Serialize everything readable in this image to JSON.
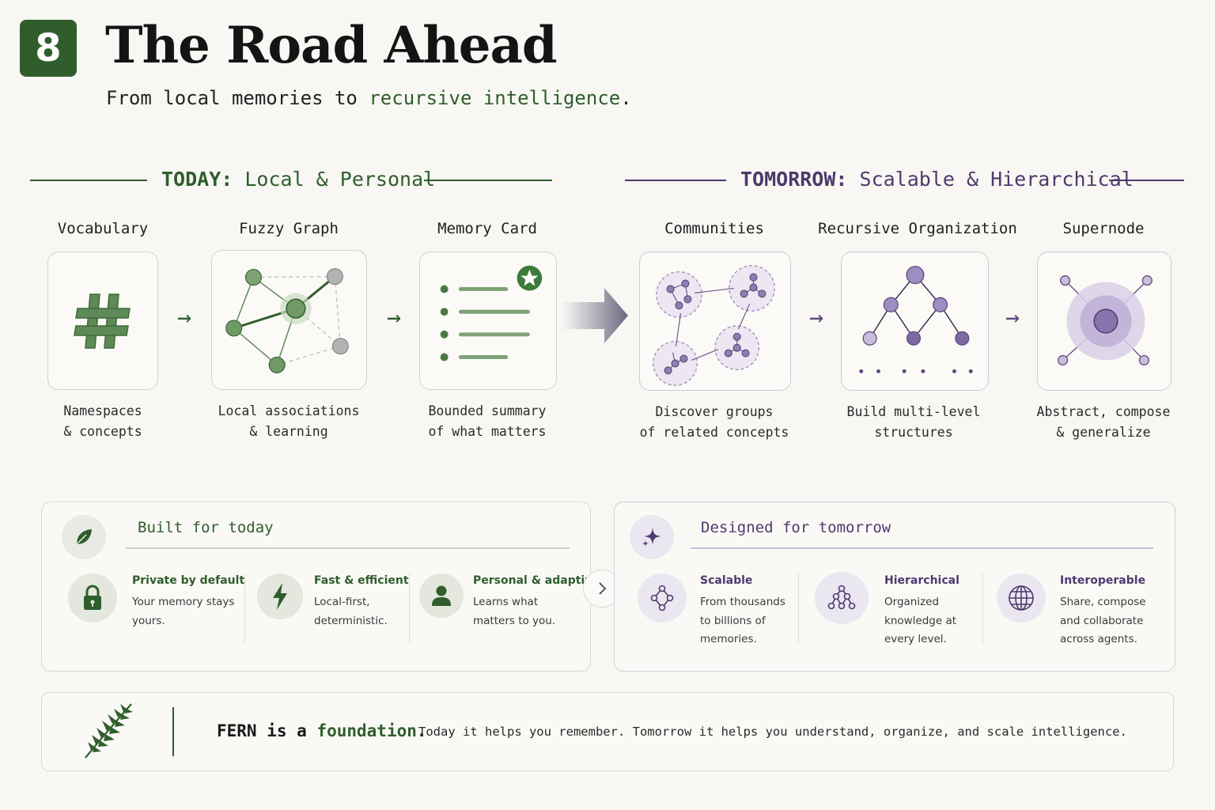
{
  "header": {
    "number": "8",
    "title": "The Road Ahead",
    "subtitle_prefix": "From local memories to ",
    "subtitle_highlight": "recursive intelligence",
    "subtitle_suffix": "."
  },
  "today": {
    "title_bold": "TODAY:",
    "title_rest": " Local & Personal",
    "steps": [
      {
        "label": "Vocabulary",
        "desc1": "Namespaces",
        "desc2": "& concepts",
        "icon": "hash-icon"
      },
      {
        "label": "Fuzzy Graph",
        "desc1": "Local associations",
        "desc2": "& learning",
        "icon": "graph-icon"
      },
      {
        "label": "Memory Card",
        "desc1": "Bounded summary",
        "desc2": "of what matters",
        "icon": "memory-card-icon"
      }
    ]
  },
  "tomorrow": {
    "title_bold": "TOMORROW:",
    "title_rest": " Scalable & Hierarchical",
    "steps": [
      {
        "label": "Communities",
        "desc1": "Discover groups",
        "desc2": "of related concepts",
        "icon": "communities-icon"
      },
      {
        "label": "Recursive Organization",
        "desc1": "Build multi-level",
        "desc2": "structures",
        "icon": "tree-icon"
      },
      {
        "label": "Supernode",
        "desc1": "Abstract, compose",
        "desc2": "& generalize",
        "icon": "supernode-icon"
      }
    ]
  },
  "built": {
    "title": "Built for today",
    "icon": "leaf-icon",
    "features": [
      {
        "title": "Private by default",
        "lines": [
          "Your memory stays",
          "yours."
        ],
        "icon": "lock-icon"
      },
      {
        "title": "Fast & efficient",
        "lines": [
          "Local-first,",
          "deterministic."
        ],
        "icon": "lightning-icon"
      },
      {
        "title": "Personal & adaptive",
        "lines": [
          "Learns what",
          "matters to you."
        ],
        "icon": "person-icon"
      }
    ]
  },
  "designed": {
    "title": "Designed for tomorrow",
    "icon": "sparkle-icon",
    "features": [
      {
        "title": "Scalable",
        "lines": [
          "From thousands",
          "to billions of",
          "memories."
        ],
        "icon": "scalable-icon"
      },
      {
        "title": "Hierarchical",
        "lines": [
          "Organized",
          "knowledge at",
          "every level."
        ],
        "icon": "hierarchy-icon"
      },
      {
        "title": "Interoperable",
        "lines": [
          "Share, compose",
          "and collaborate",
          "across agents."
        ],
        "icon": "globe-icon"
      }
    ]
  },
  "footer": {
    "prefix": "FERN is a ",
    "highlight": "foundation",
    "suffix": ".",
    "sub": "Today it helps you remember. Tomorrow it helps you understand, organize, and scale intelligence.",
    "icon": "fern-icon"
  },
  "colors": {
    "green": "#2f5e2c",
    "purple": "#4d3a6e"
  }
}
